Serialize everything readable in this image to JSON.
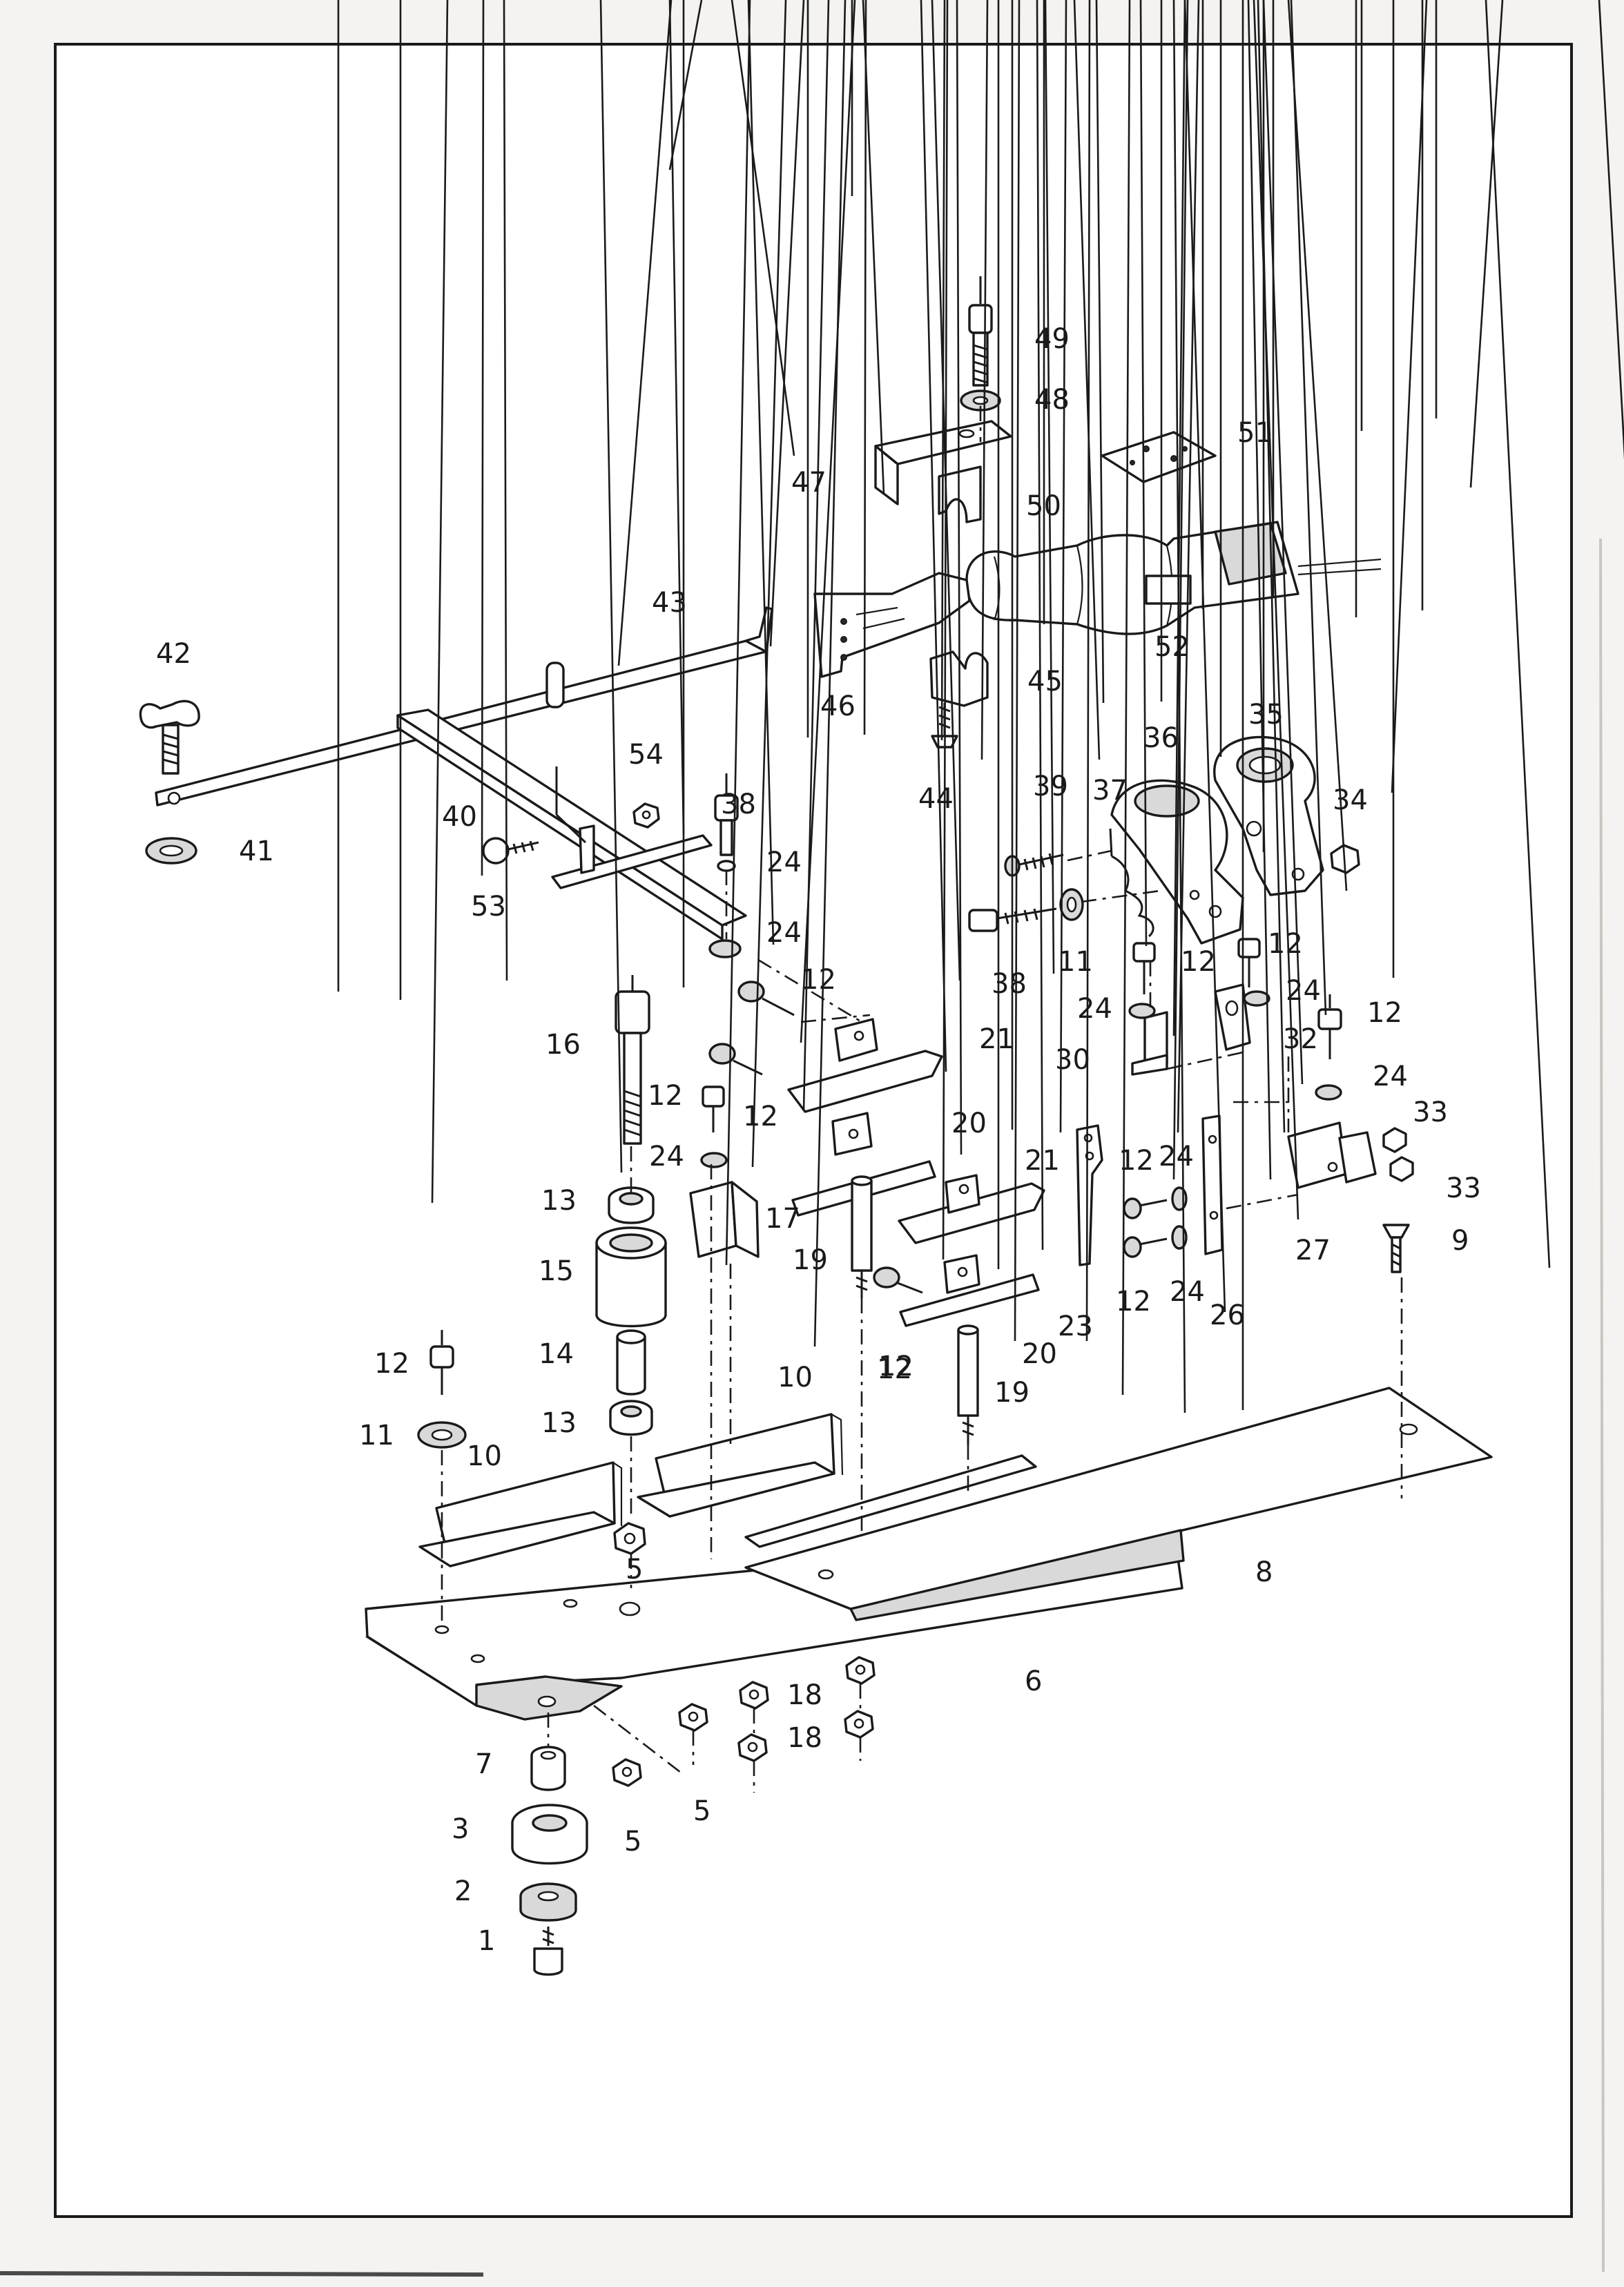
{
  "diagram": {
    "callouts": [
      {
        "id": "c1",
        "label": "1"
      },
      {
        "id": "c2",
        "label": "2"
      },
      {
        "id": "c3",
        "label": "3"
      },
      {
        "id": "c5a",
        "label": "5"
      },
      {
        "id": "c5b",
        "label": "5"
      },
      {
        "id": "c5c",
        "label": "5"
      },
      {
        "id": "c6",
        "label": "6"
      },
      {
        "id": "c7",
        "label": "7"
      },
      {
        "id": "c8",
        "label": "8"
      },
      {
        "id": "c9",
        "label": "9"
      },
      {
        "id": "c10a",
        "label": "10"
      },
      {
        "id": "c10b",
        "label": "10"
      },
      {
        "id": "c11a",
        "label": "11"
      },
      {
        "id": "c11b",
        "label": "11"
      },
      {
        "id": "c12a",
        "label": "12"
      },
      {
        "id": "c12b",
        "label": "12"
      },
      {
        "id": "c12c",
        "label": "12"
      },
      {
        "id": "c12d",
        "label": "12"
      },
      {
        "id": "c12e",
        "label": "12"
      },
      {
        "id": "c12f",
        "label": "12"
      },
      {
        "id": "c12g",
        "label": "12"
      },
      {
        "id": "c12h",
        "label": "12"
      },
      {
        "id": "c12i",
        "label": "12"
      },
      {
        "id": "c12j",
        "label": "12"
      },
      {
        "id": "c12k",
        "label": "12"
      },
      {
        "id": "c13a",
        "label": "13"
      },
      {
        "id": "c13b",
        "label": "13"
      },
      {
        "id": "c14",
        "label": "14"
      },
      {
        "id": "c15",
        "label": "15"
      },
      {
        "id": "c16",
        "label": "16"
      },
      {
        "id": "c17",
        "label": "17"
      },
      {
        "id": "c18a",
        "label": "18"
      },
      {
        "id": "c18b",
        "label": "18"
      },
      {
        "id": "c19a",
        "label": "19"
      },
      {
        "id": "c19b",
        "label": "19"
      },
      {
        "id": "c20a",
        "label": "20"
      },
      {
        "id": "c20b",
        "label": "20"
      },
      {
        "id": "c21a",
        "label": "21"
      },
      {
        "id": "c21b",
        "label": "21"
      },
      {
        "id": "c23",
        "label": "23"
      },
      {
        "id": "c24a",
        "label": "24"
      },
      {
        "id": "c24b",
        "label": "24"
      },
      {
        "id": "c24c",
        "label": "24"
      },
      {
        "id": "c24d",
        "label": "24"
      },
      {
        "id": "c24e",
        "label": "24"
      },
      {
        "id": "c24f",
        "label": "24"
      },
      {
        "id": "c24g",
        "label": "24"
      },
      {
        "id": "c24h",
        "label": "24"
      },
      {
        "id": "c26",
        "label": "26"
      },
      {
        "id": "c27",
        "label": "27"
      },
      {
        "id": "c30",
        "label": "30"
      },
      {
        "id": "c32",
        "label": "32"
      },
      {
        "id": "c33a",
        "label": "33"
      },
      {
        "id": "c33b",
        "label": "33"
      },
      {
        "id": "c34",
        "label": "34"
      },
      {
        "id": "c35",
        "label": "35"
      },
      {
        "id": "c36",
        "label": "36"
      },
      {
        "id": "c37",
        "label": "37"
      },
      {
        "id": "c38a",
        "label": "38"
      },
      {
        "id": "c38b",
        "label": "38"
      },
      {
        "id": "c39",
        "label": "39"
      },
      {
        "id": "c40",
        "label": "40"
      },
      {
        "id": "c41",
        "label": "41"
      },
      {
        "id": "c42",
        "label": "42"
      },
      {
        "id": "c43",
        "label": "43"
      },
      {
        "id": "c44",
        "label": "44"
      },
      {
        "id": "c45",
        "label": "45"
      },
      {
        "id": "c46",
        "label": "46"
      },
      {
        "id": "c47",
        "label": "47"
      },
      {
        "id": "c48",
        "label": "48"
      },
      {
        "id": "c49",
        "label": "49"
      },
      {
        "id": "c50",
        "label": "50"
      },
      {
        "id": "c51",
        "label": "51"
      },
      {
        "id": "c52",
        "label": "52"
      },
      {
        "id": "c53",
        "label": "53"
      },
      {
        "id": "c54",
        "label": "54"
      }
    ]
  }
}
